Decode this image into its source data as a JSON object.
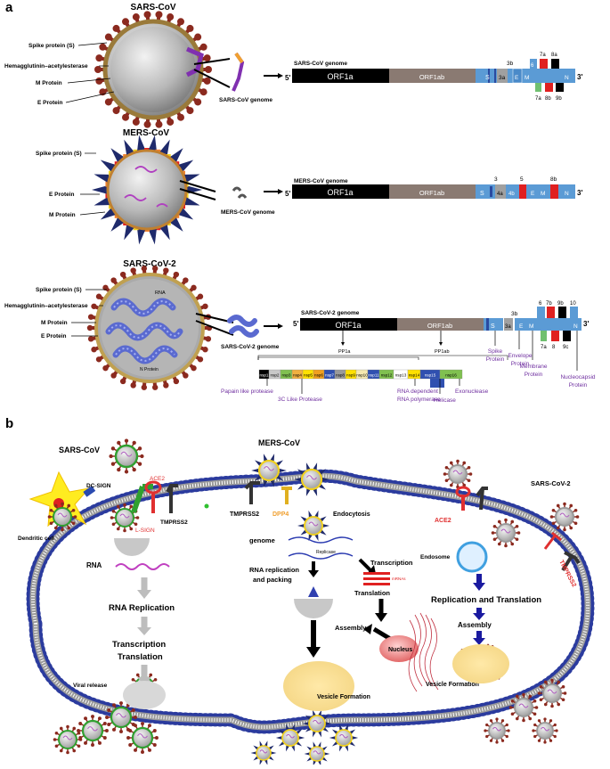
{
  "panel_a": {
    "label": "a",
    "sars": {
      "title": "SARS-CoV",
      "labels": [
        "Spike protein (S)",
        "Hemagglutinin–acetylesterase",
        "M Protein",
        "E Protein"
      ],
      "genome_caption": "SARS-CoV genome",
      "genome_title": "SARS-CoV genome",
      "prime5": "5'",
      "prime3": "3'",
      "orf1a": "ORF1a",
      "orf1ab": "ORF1ab",
      "genes_main": [
        "S",
        "3a",
        "E",
        "M",
        "N"
      ],
      "genes_top": [
        "3b",
        "6",
        "7a",
        "8a"
      ],
      "genes_bottom": [
        "7a",
        "8b",
        "9b"
      ]
    },
    "mers": {
      "title": "MERS-CoV",
      "labels": [
        "Spike protein (S)",
        "E Protein",
        "M Protein"
      ],
      "genome_caption": "MERS-CoV genome",
      "genome_title": "MERS-CoV genome",
      "prime5": "5'",
      "prime3": "3'",
      "orf1a": "ORF1a",
      "orf1ab": "ORF1ab",
      "genes_main": [
        "S",
        "4a",
        "4b",
        "E",
        "M",
        "N"
      ],
      "genes_top": [
        "3",
        "5",
        "8b"
      ]
    },
    "sars2": {
      "title": "SARS-CoV-2",
      "labels": [
        "Spike protein (S)",
        "Hemagglutinin–acetylesterase",
        "M Protein",
        "E Protein"
      ],
      "inner_rna": "RNA",
      "inner_n": "N Protein",
      "genome_caption": "SARS-CoV-2 genome",
      "genome_title": "SARS-CoV-2 genome",
      "prime5": "5'",
      "prime3": "3'",
      "orf1a": "ORF1a",
      "orf1ab": "ORF1ab",
      "genes_main": [
        "S",
        "3a",
        "E",
        "M",
        "N"
      ],
      "genes_top": [
        "3b",
        "6",
        "7b",
        "9b",
        "10"
      ],
      "genes_bottom": [
        "7a",
        "8",
        "9c"
      ],
      "pp1a": "PP1a",
      "pp1ab": "PP1ab",
      "nsps": [
        "nsp1",
        "nsp2",
        "nsp3",
        "nsp4",
        "nsp5",
        "nsp6",
        "nsp7",
        "nsp8",
        "nsp9",
        "nsp10",
        "nsp11",
        "nsp12",
        "nsp13",
        "nsp14",
        "nsp15",
        "nsp16"
      ],
      "annotations": {
        "papain": "Papain like protease",
        "threecl": "3C Like Protease",
        "rdrp1": "RNA dependent",
        "rdrp2": "RNA polymerase",
        "helicase": "Helicase",
        "exonuclease": "Exonuclease",
        "spike1": "Spike",
        "spike2": "Protein",
        "env1": "Envelope",
        "env2": "Protein",
        "mem1": "Membrane",
        "mem2": "Protein",
        "nuc1": "Nucleocapsid",
        "nuc2": "Protein"
      }
    }
  },
  "panel_b": {
    "label": "b",
    "titles": {
      "sars": "SARS-CoV",
      "mers": "MERS-CoV",
      "sars2": "SARS-CoV-2"
    },
    "receptors": {
      "dcsign": "DC-SIGN",
      "ace2_left": "ACE2",
      "tmprss2_left": "TMPRSS2",
      "lsign": "L-SIGN",
      "tmprss2_mid": "TMPRSS2",
      "dpp4": "DPP4",
      "ace2_right": "ACE2",
      "tmprss2_right": "TMPRSS2"
    },
    "left": {
      "dendritic": "Dendritic cell",
      "rna": "RNA",
      "rna_replication": "RNA Replication",
      "transcription": "Transcription",
      "translation": "Translation",
      "viral_release": "Viral release"
    },
    "middle": {
      "endocytosis": "Endocytosis",
      "genome": "genome",
      "replicase": "Replicase",
      "rna_rep1": "RNA replication",
      "rna_rep2": "and packing",
      "transcription": "Transcription",
      "mrnas": "mRNAs",
      "translation": "Translation",
      "assembly": "Assembly",
      "nucleus": "Nucleus",
      "vesicle_formation": "Vesicle Formation",
      "vesicle_formation2": "Vesicle Formation"
    },
    "right": {
      "endosome": "Endosome",
      "rep_trans": "Replication and Translation",
      "assembly": "Assembly"
    }
  },
  "colors": {
    "membrane": "#2b3b9e",
    "spike_sars": "#8b2a1f",
    "spike_mers": "#1f2a6b",
    "purple_text": "#7030a0",
    "receptor_red": "#e03030",
    "orange_text": "#f0a030"
  }
}
